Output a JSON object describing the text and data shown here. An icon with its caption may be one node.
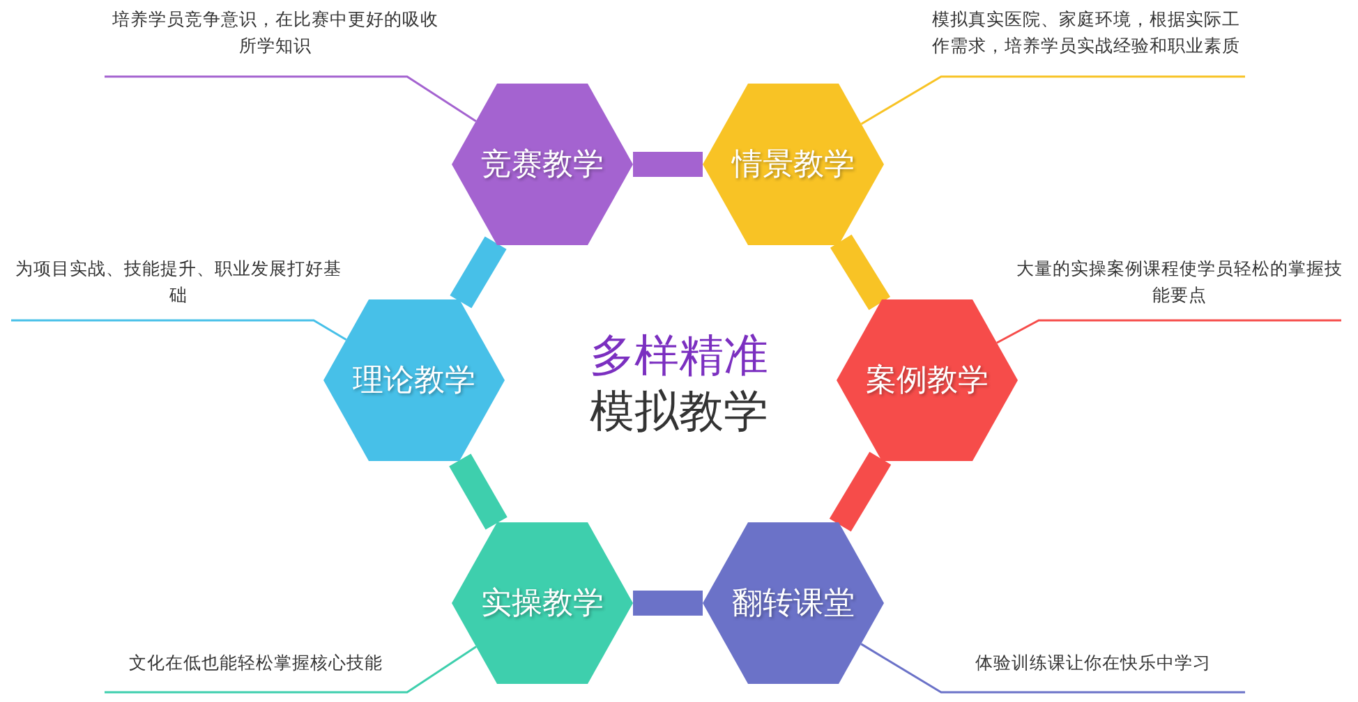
{
  "diagram": {
    "nodes": [
      {
        "text": [
          "培养学员竞争意识，在比赛中更好的吸收所学知识"
        ]
      },
      {
        "text": [
          "模拟真实医院、家庭环境，根据实际工作需求，培养学员实战经验和职业素质"
        ]
      },
      {
        "text": [
          "竞赛教学"
        ]
      },
      {
        "text": [
          "情景教学"
        ]
      },
      {
        "text": [
          "为项目实战、技能提升、职业发展打好基础"
        ]
      },
      {
        "text": [
          "大量的实操案例课程使学员轻松的掌握技能要点"
        ]
      },
      {
        "text": [
          "理论教学"
        ]
      },
      {
        "text": [
          "案例教学"
        ]
      },
      {
        "text": [
          "实操教学"
        ]
      },
      {
        "text": [
          "翻转课堂"
        ]
      },
      {
        "text": [
          "文化在低也能轻松掌握核心技能"
        ]
      },
      {
        "text": [
          "体验训练课让你在快乐中学习"
        ]
      }
    ],
    "edges": [
      {
        "from": 2,
        "to": 3,
        "arrow": "none",
        "style": "thick",
        "color": "#a463d0"
      },
      {
        "from": 3,
        "to": 7,
        "arrow": "none",
        "style": "thick",
        "color": "#f8c325"
      },
      {
        "from": 7,
        "to": 9,
        "arrow": "none",
        "style": "thick",
        "color": "#f64c4a"
      },
      {
        "from": 9,
        "to": 8,
        "arrow": "none",
        "style": "thick",
        "color": "#6b72c8"
      },
      {
        "from": 8,
        "to": 6,
        "arrow": "none",
        "style": "thick",
        "color": "#3ecfad"
      },
      {
        "from": 6,
        "to": 2,
        "arrow": "none",
        "style": "thick",
        "color": "#47c0e8"
      },
      {
        "from": 0,
        "to": 2,
        "arrow": "none",
        "color": "#a463d0"
      },
      {
        "from": 1,
        "to": 3,
        "arrow": "none",
        "color": "#f8c325"
      },
      {
        "from": 4,
        "to": 6,
        "arrow": "none",
        "color": "#47c0e8"
      },
      {
        "from": 5,
        "to": 7,
        "arrow": "none",
        "color": "#f64c4a"
      },
      {
        "from": 10,
        "to": 8,
        "arrow": "none",
        "color": "#3ecfad"
      },
      {
        "from": 11,
        "to": 9,
        "arrow": "none",
        "color": "#6b72c8"
      }
    ],
    "labels": [
      "多样精准",
      "模拟教学"
    ]
  }
}
